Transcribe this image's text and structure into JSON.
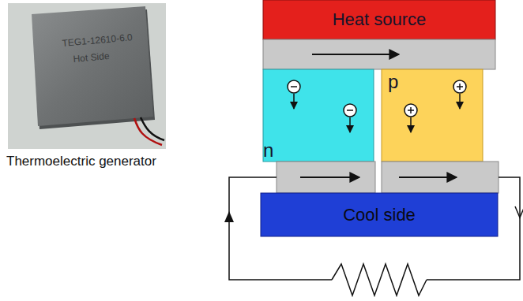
{
  "diagram": {
    "nodes": [
      {
        "text": [
          "Heat source"
        ]
      },
      {
        "text": [
          "n"
        ]
      },
      {
        "text": [
          "p"
        ]
      },
      {
        "text": [
          "Cool side"
        ]
      }
    ],
    "labels": [
      "TEG1-12610-6.0",
      "Hot Side",
      "Thermoelectric generator"
    ]
  }
}
